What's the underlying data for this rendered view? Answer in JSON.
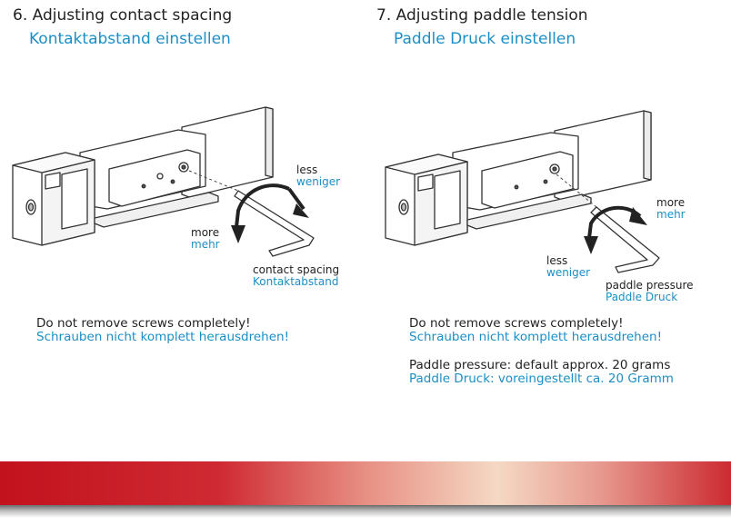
{
  "step6": {
    "title_en": "6. Adjusting contact spacing",
    "title_de": "Kontaktabstand einstellen",
    "less_en": "less",
    "less_de": "weniger",
    "more_en": "more",
    "more_de": "mehr",
    "part_en": "contact spacing",
    "part_de": "Kontaktabstand",
    "note_en": "Do not remove screws completely!",
    "note_de": "Schrauben nicht komplett herausdrehen!"
  },
  "step7": {
    "title_en": "7. Adjusting paddle tension",
    "title_de": "Paddle Druck einstellen",
    "more_en": "more",
    "more_de": "mehr",
    "less_en": "less",
    "less_de": "weniger",
    "part_en": "paddle pressure",
    "part_de": "Paddle Druck",
    "note_en": "Do not remove screws completely!",
    "note_de": "Schrauben nicht komplett herausdrehen!",
    "note2_en": "Paddle pressure: default approx. 20 grams",
    "note2_de": "Paddle Druck: voreingestellt ca. 20 Gramm"
  },
  "colors": {
    "accent_blue": "#1b8fc6",
    "text": "#222222",
    "band_red": "#c2121e",
    "band_light": "#f5d9c4"
  }
}
